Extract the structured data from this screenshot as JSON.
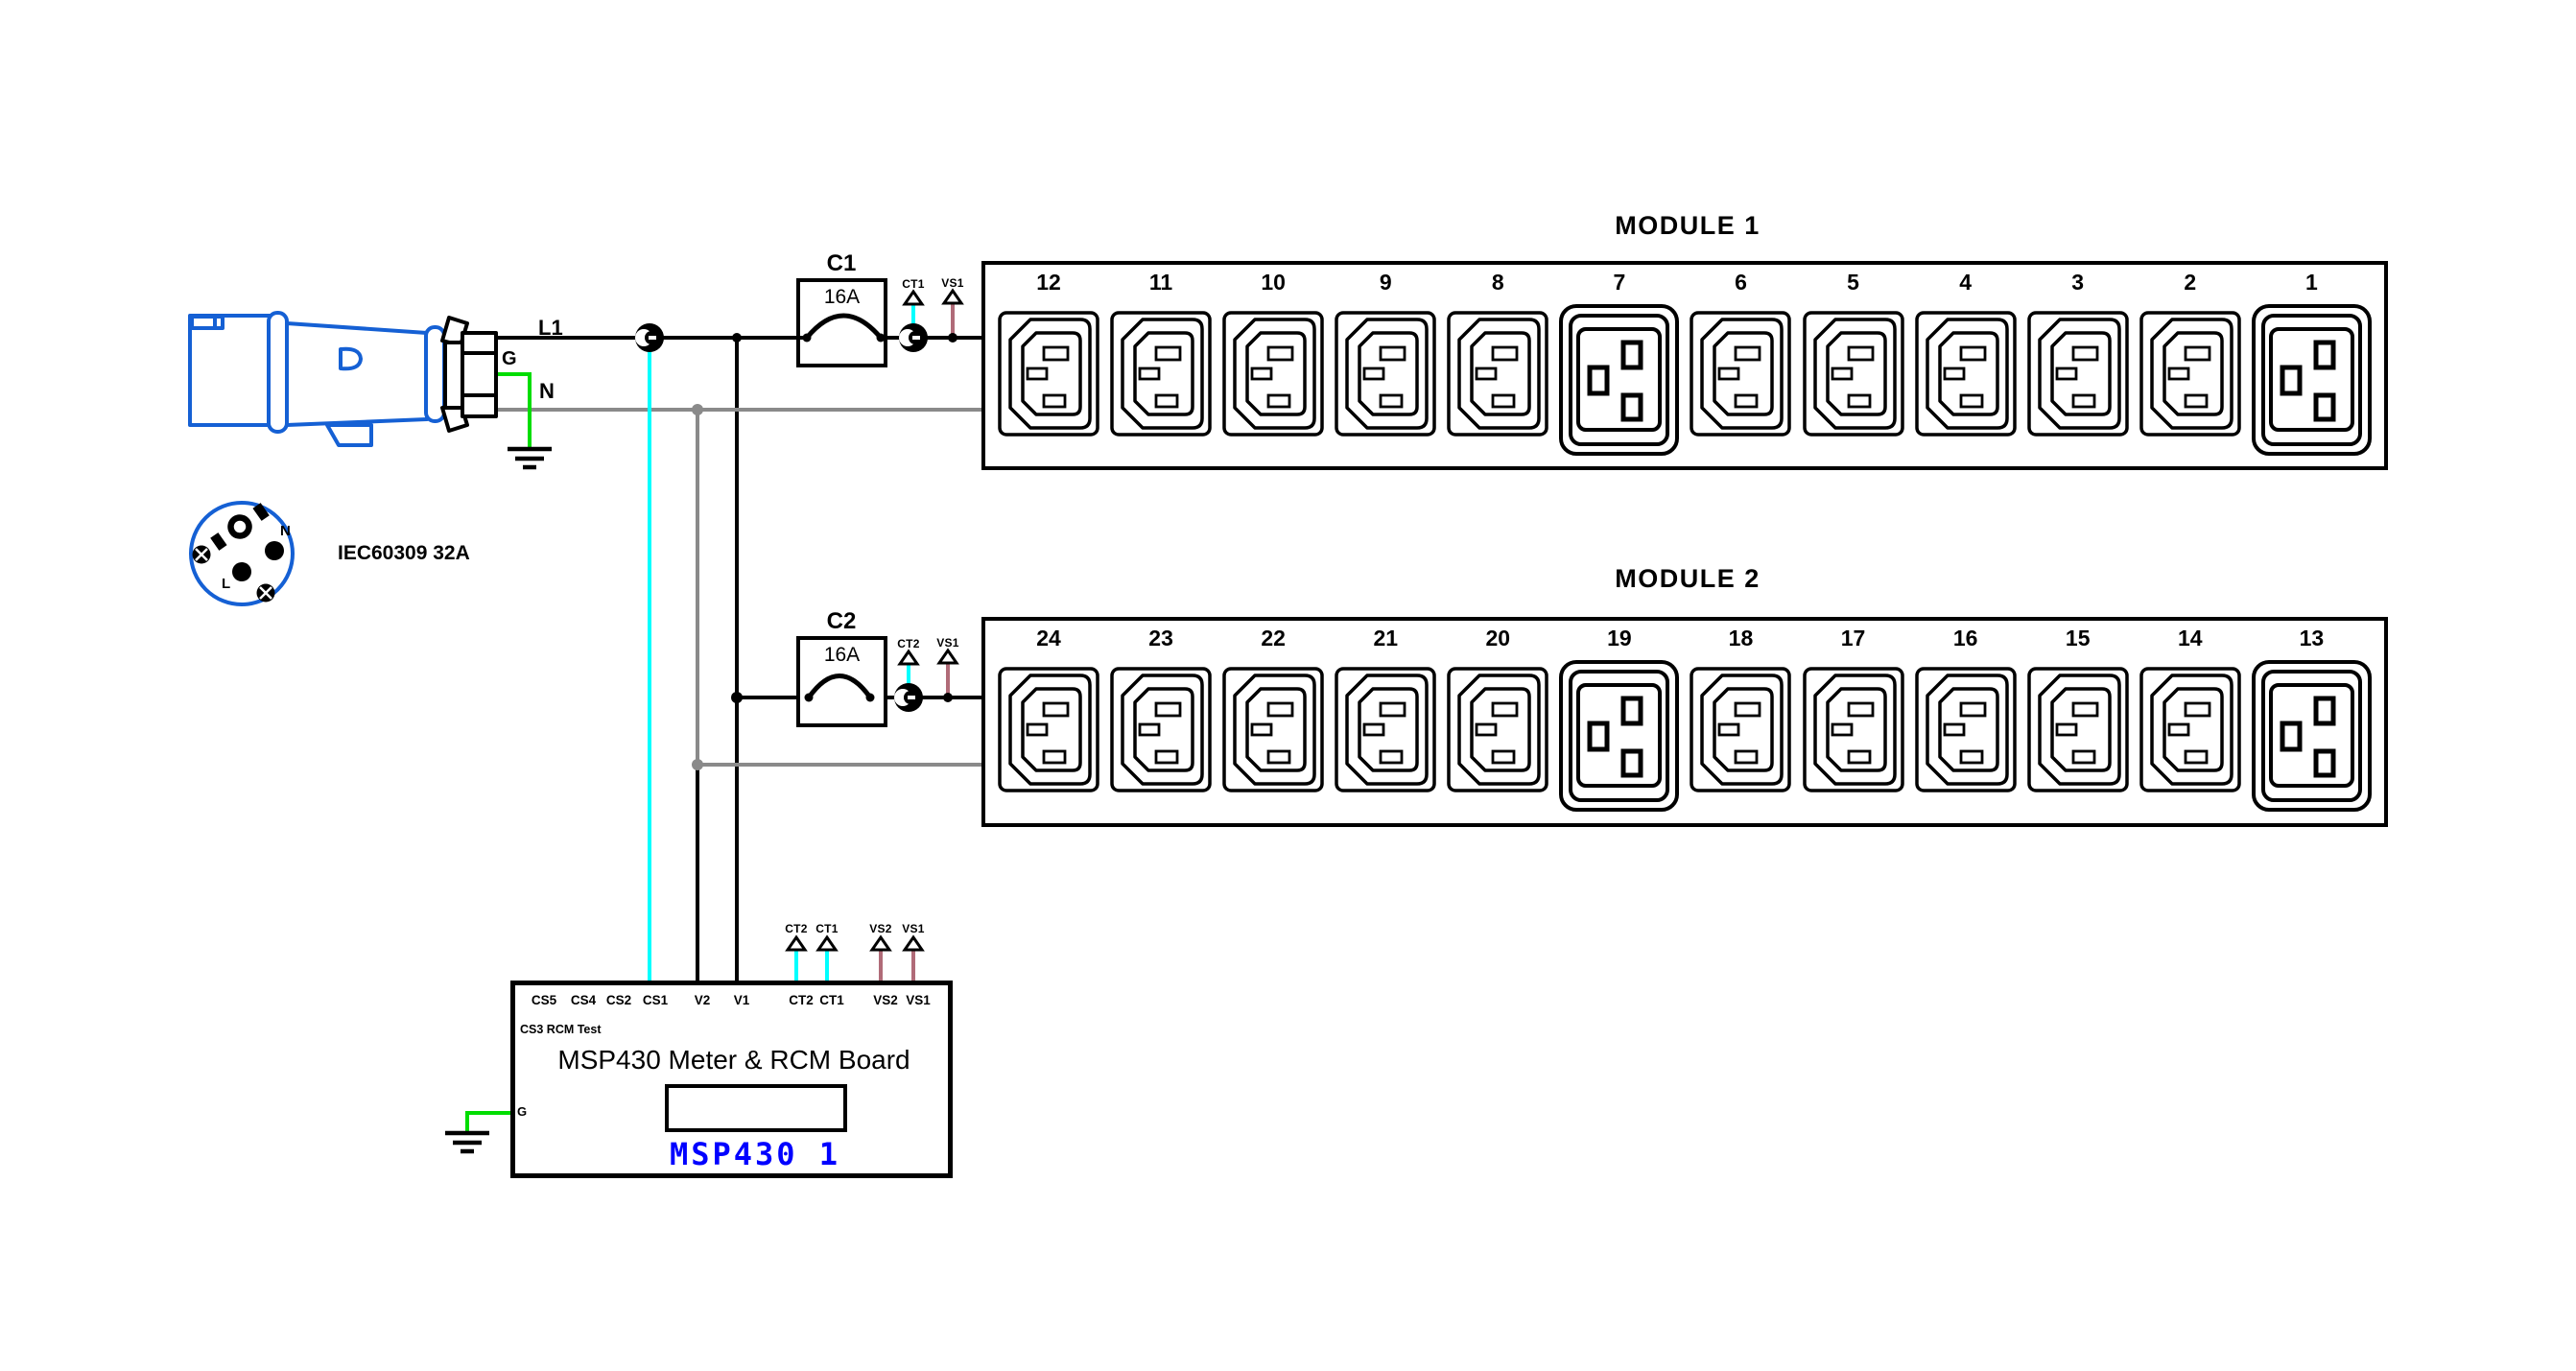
{
  "source": {
    "connector_label": "IEC60309 32A",
    "l1": "L1",
    "g": "G",
    "n": "N",
    "pin_n": "N",
    "pin_l": "L"
  },
  "breakers": [
    {
      "name": "C1",
      "rating": "16A",
      "ct_tag": "CT1",
      "vs_tag": "VS1"
    },
    {
      "name": "C2",
      "rating": "16A",
      "ct_tag": "CT2",
      "vs_tag": "VS1"
    }
  ],
  "modules": [
    {
      "title": "MODULE 1",
      "outlets": [
        {
          "label": "12",
          "type": "C13"
        },
        {
          "label": "11",
          "type": "C13"
        },
        {
          "label": "10",
          "type": "C13"
        },
        {
          "label": "9",
          "type": "C13"
        },
        {
          "label": "8",
          "type": "C13"
        },
        {
          "label": "7",
          "type": "C19"
        },
        {
          "label": "6",
          "type": "C13"
        },
        {
          "label": "5",
          "type": "C13"
        },
        {
          "label": "4",
          "type": "C13"
        },
        {
          "label": "3",
          "type": "C13"
        },
        {
          "label": "2",
          "type": "C13"
        },
        {
          "label": "1",
          "type": "C19"
        }
      ]
    },
    {
      "title": "MODULE 2",
      "outlets": [
        {
          "label": "24",
          "type": "C13"
        },
        {
          "label": "23",
          "type": "C13"
        },
        {
          "label": "22",
          "type": "C13"
        },
        {
          "label": "21",
          "type": "C13"
        },
        {
          "label": "20",
          "type": "C13"
        },
        {
          "label": "19",
          "type": "C19"
        },
        {
          "label": "18",
          "type": "C13"
        },
        {
          "label": "17",
          "type": "C13"
        },
        {
          "label": "16",
          "type": "C13"
        },
        {
          "label": "15",
          "type": "C13"
        },
        {
          "label": "14",
          "type": "C13"
        },
        {
          "label": "13",
          "type": "C19"
        }
      ]
    }
  ],
  "board": {
    "title": "MSP430 Meter & RCM Board",
    "designator": "MSP430 1",
    "ground_pin": "G",
    "pins_top": [
      "CS5",
      "CS4",
      "CS2",
      "CS1",
      "V2",
      "V1",
      "CT2",
      "CT1",
      "VS2",
      "VS1"
    ],
    "pins_row2": "CS3 RCM Test",
    "input_tags": [
      "CT2",
      "CT1",
      "VS2",
      "VS1"
    ]
  },
  "colors": {
    "phase": "#000000",
    "neutral": "#8a8a8a",
    "ground": "#00dd00",
    "ct_signal": "#00ffff",
    "vs_signal": "#b06b78",
    "connector_blue": "#1560d4",
    "designator_blue": "#0000ff"
  }
}
